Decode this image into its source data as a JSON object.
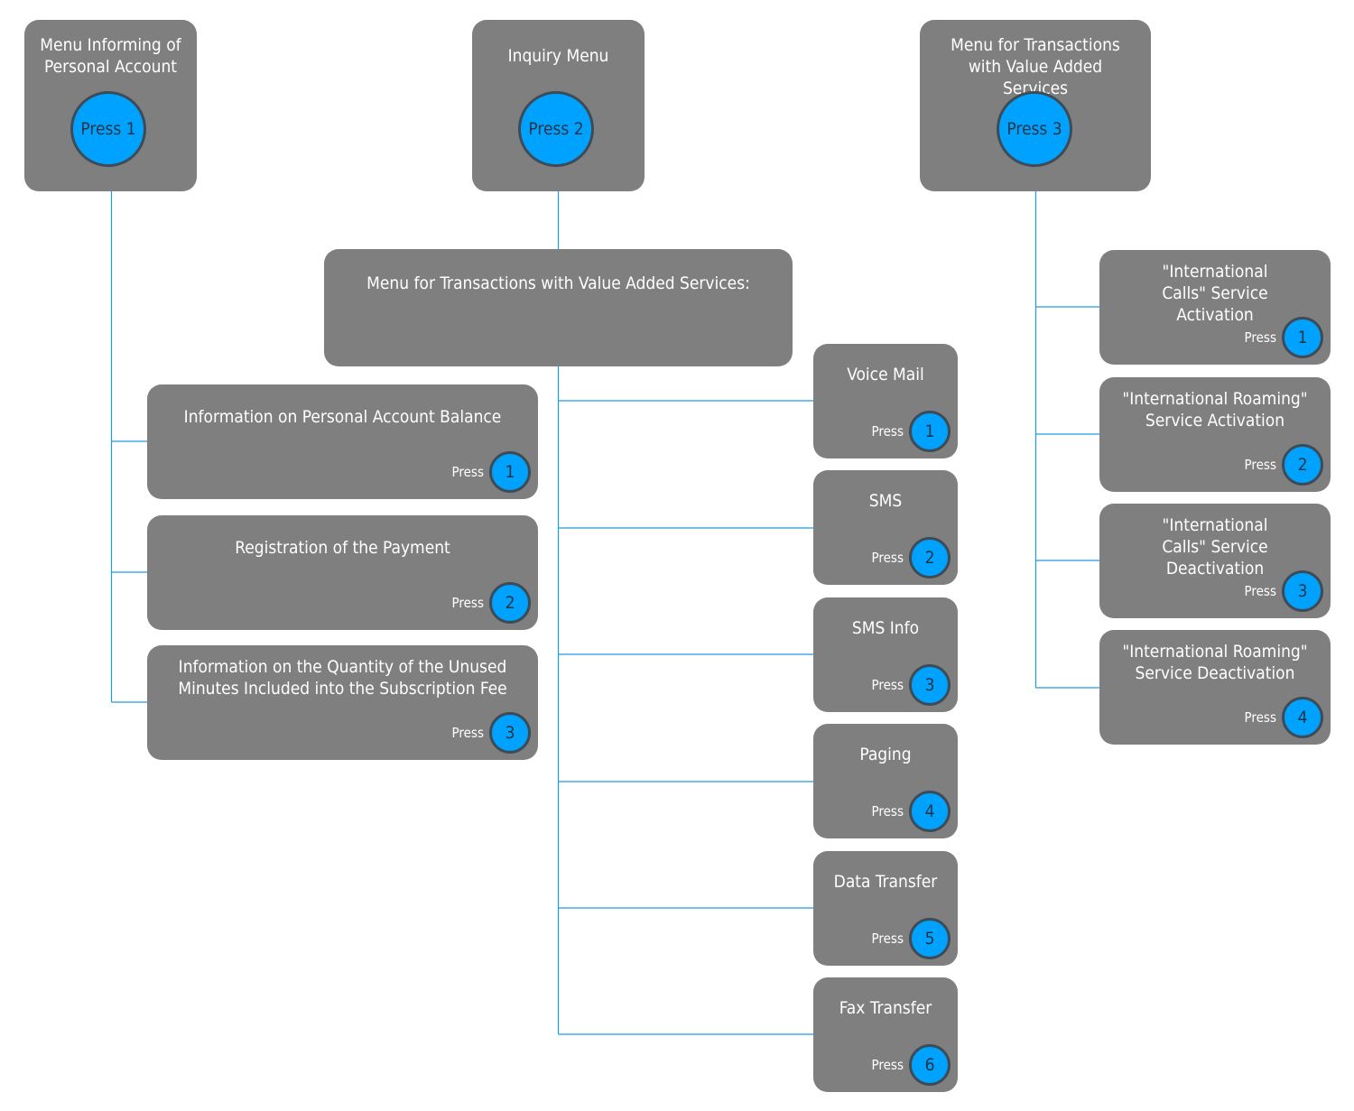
{
  "colors": {
    "box_fill": "#7f7f7f",
    "circle_fill": "#00a2ff",
    "circle_border": "#3d4b57",
    "connector": "#1e9be8",
    "text_light": "#ffffff",
    "text_dark": "#243444"
  },
  "top_menus": [
    {
      "title": "Menu Informing of Personal Account",
      "press": "Press 1"
    },
    {
      "title": "Inquiry Menu",
      "press": "Press 2"
    },
    {
      "title": "Menu for Transactions with Value Added Services",
      "press": "Press 3"
    }
  ],
  "account_items": [
    {
      "title": "Information on Personal Account Balance",
      "press_label": "Press",
      "number": "1"
    },
    {
      "title": "Registration of the Payment",
      "press_label": "Press",
      "number": "2"
    },
    {
      "title": "Information on the Quantity of the Unused Minutes Included into the Subscription Fee",
      "press_label": "Press",
      "number": "3"
    }
  ],
  "inquiry_group": {
    "title": "Menu for Transactions with Value Added Services:"
  },
  "inquiry_items": [
    {
      "title": "Voice Mail",
      "press_label": "Press",
      "number": "1"
    },
    {
      "title": "SMS",
      "press_label": "Press",
      "number": "2"
    },
    {
      "title": "SMS Info",
      "press_label": "Press",
      "number": "3"
    },
    {
      "title": "Paging",
      "press_label": "Press",
      "number": "4"
    },
    {
      "title": "Data Transfer",
      "press_label": "Press",
      "number": "5"
    },
    {
      "title": "Fax Transfer",
      "press_label": "Press",
      "number": "6"
    }
  ],
  "vas_items": [
    {
      "title": "\"International Calls\" Service Activation",
      "press_label": "Press",
      "number": "1"
    },
    {
      "title": "\"International Roaming\" Service Activation",
      "press_label": "Press",
      "number": "2"
    },
    {
      "title": "\"International Calls\" Service Deactivation",
      "press_label": "Press",
      "number": "3"
    },
    {
      "title": "\"International Roaming\" Service Deactivation",
      "press_label": "Press",
      "number": "4"
    }
  ]
}
